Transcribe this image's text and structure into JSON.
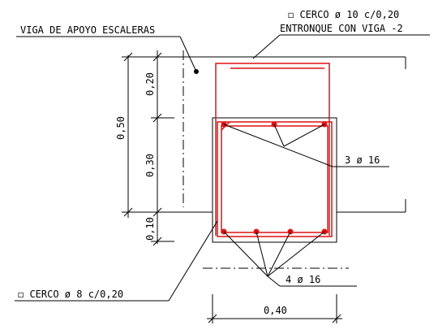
{
  "labels": {
    "beam_support": "VIGA DE APOYO ESCALERAS",
    "stirrup_top_line1": "◻ CERCO ø 10 c/0,20",
    "stirrup_top_line2": "ENTRONQUE CON VIGA -2",
    "top_bars": "3 ø 16",
    "bottom_bars": "4 ø 16",
    "stirrup_bottom": "◻ CERCO ø 8 c/0,20"
  },
  "dimensions": {
    "total_height": "0,50",
    "segment_top": "0,20",
    "segment_mid": "0,30",
    "segment_bottom": "0,10",
    "width": "0,40"
  },
  "colors": {
    "line": "#000000",
    "rebar": "#e01010"
  }
}
